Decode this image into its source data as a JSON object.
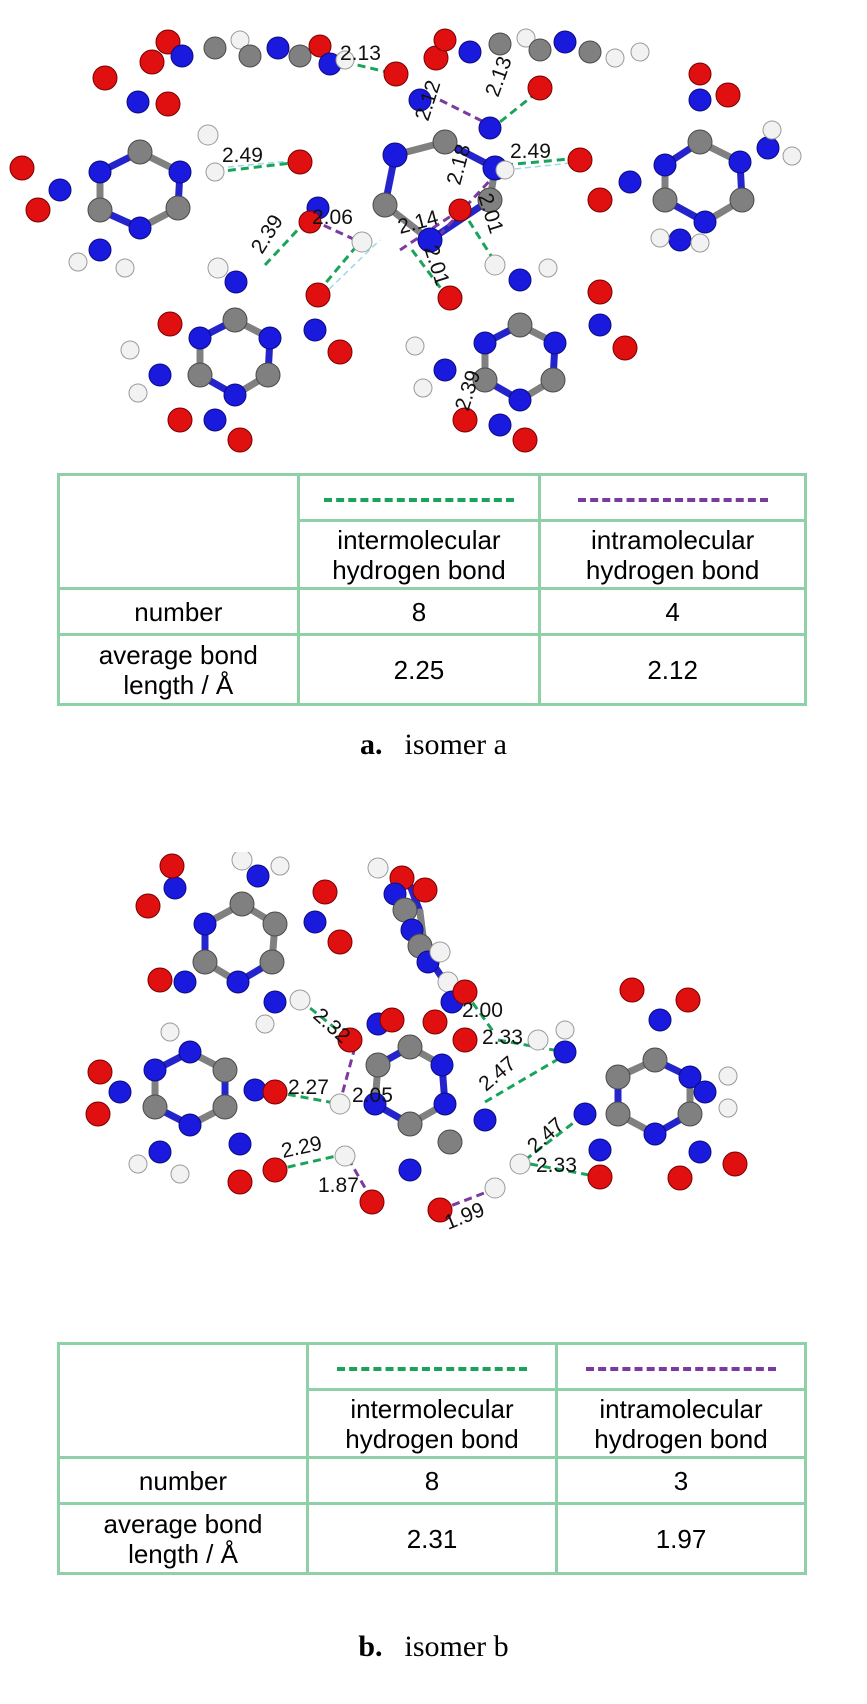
{
  "colors": {
    "intermolecular": "#1aa35a",
    "intramolecular": "#7a3aa0",
    "carbon": "#808080",
    "nitrogen": "#1a1adf",
    "oxygen": "#e01010",
    "hydrogen": "#f2f2f2"
  },
  "isomer_a": {
    "distances": [
      "2.13",
      "2.13",
      "2.12",
      "2.49",
      "2.49",
      "2.06",
      "2.18",
      "2.39",
      "2.14",
      "2.01",
      "2.01",
      "2.39"
    ],
    "table": {
      "inter_label": "intermolecular hydrogen bond",
      "intra_label": "intramolecular hydrogen bond",
      "number_label": "number",
      "avg_label": "average bond length / Å",
      "inter_number": "8",
      "intra_number": "4",
      "inter_avg": "2.25",
      "intra_avg": "2.12"
    },
    "caption_letter": "a.",
    "caption_text": "isomer a"
  },
  "isomer_b": {
    "distances": [
      "2.32",
      "2.00",
      "2.33",
      "2.27",
      "2.05",
      "2.47",
      "2.29",
      "2.47",
      "1.87",
      "2.33",
      "1.99"
    ],
    "table": {
      "inter_label": "intermolecular hydrogen bond",
      "intra_label": "intramolecular hydrogen bond",
      "number_label": "number",
      "avg_label": "average bond length / Å",
      "inter_number": "8",
      "intra_number": "3",
      "inter_avg": "2.31",
      "intra_avg": "1.97"
    },
    "caption_letter": "b.",
    "caption_text": "isomer b"
  }
}
